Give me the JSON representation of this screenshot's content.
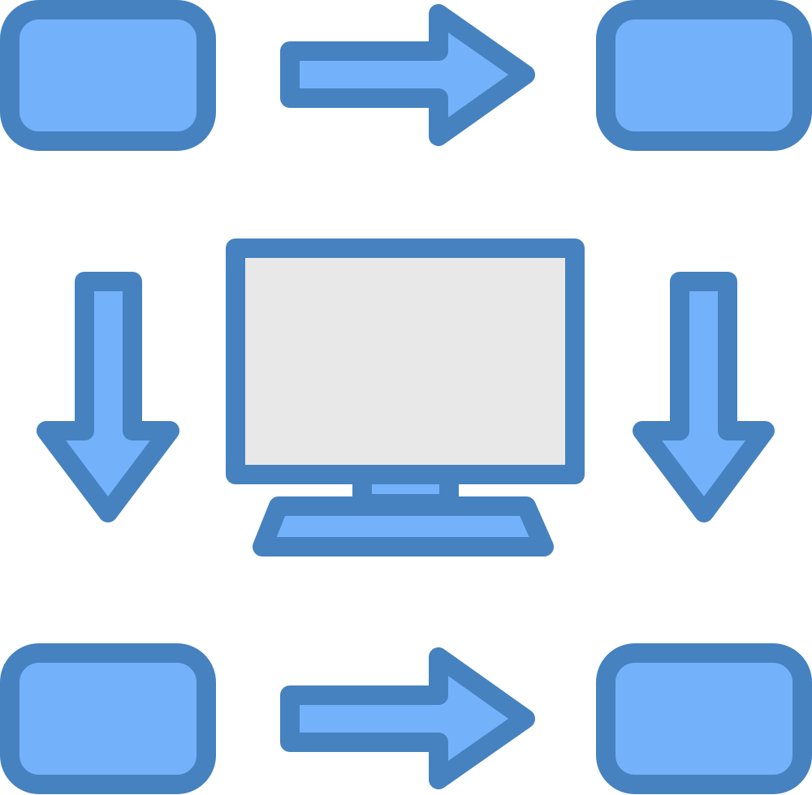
{
  "icon": {
    "name": "workflow-computer-icon",
    "colors": {
      "outline": "#4682bf",
      "fill": "#73b1fb",
      "screen": "#e8e8e8",
      "background": "#ffffff"
    },
    "parts": [
      "top-left-block",
      "top-right-arrow",
      "top-right-block",
      "left-down-arrow",
      "monitor",
      "right-down-arrow",
      "bottom-left-block",
      "bottom-right-arrow",
      "bottom-right-block"
    ]
  }
}
